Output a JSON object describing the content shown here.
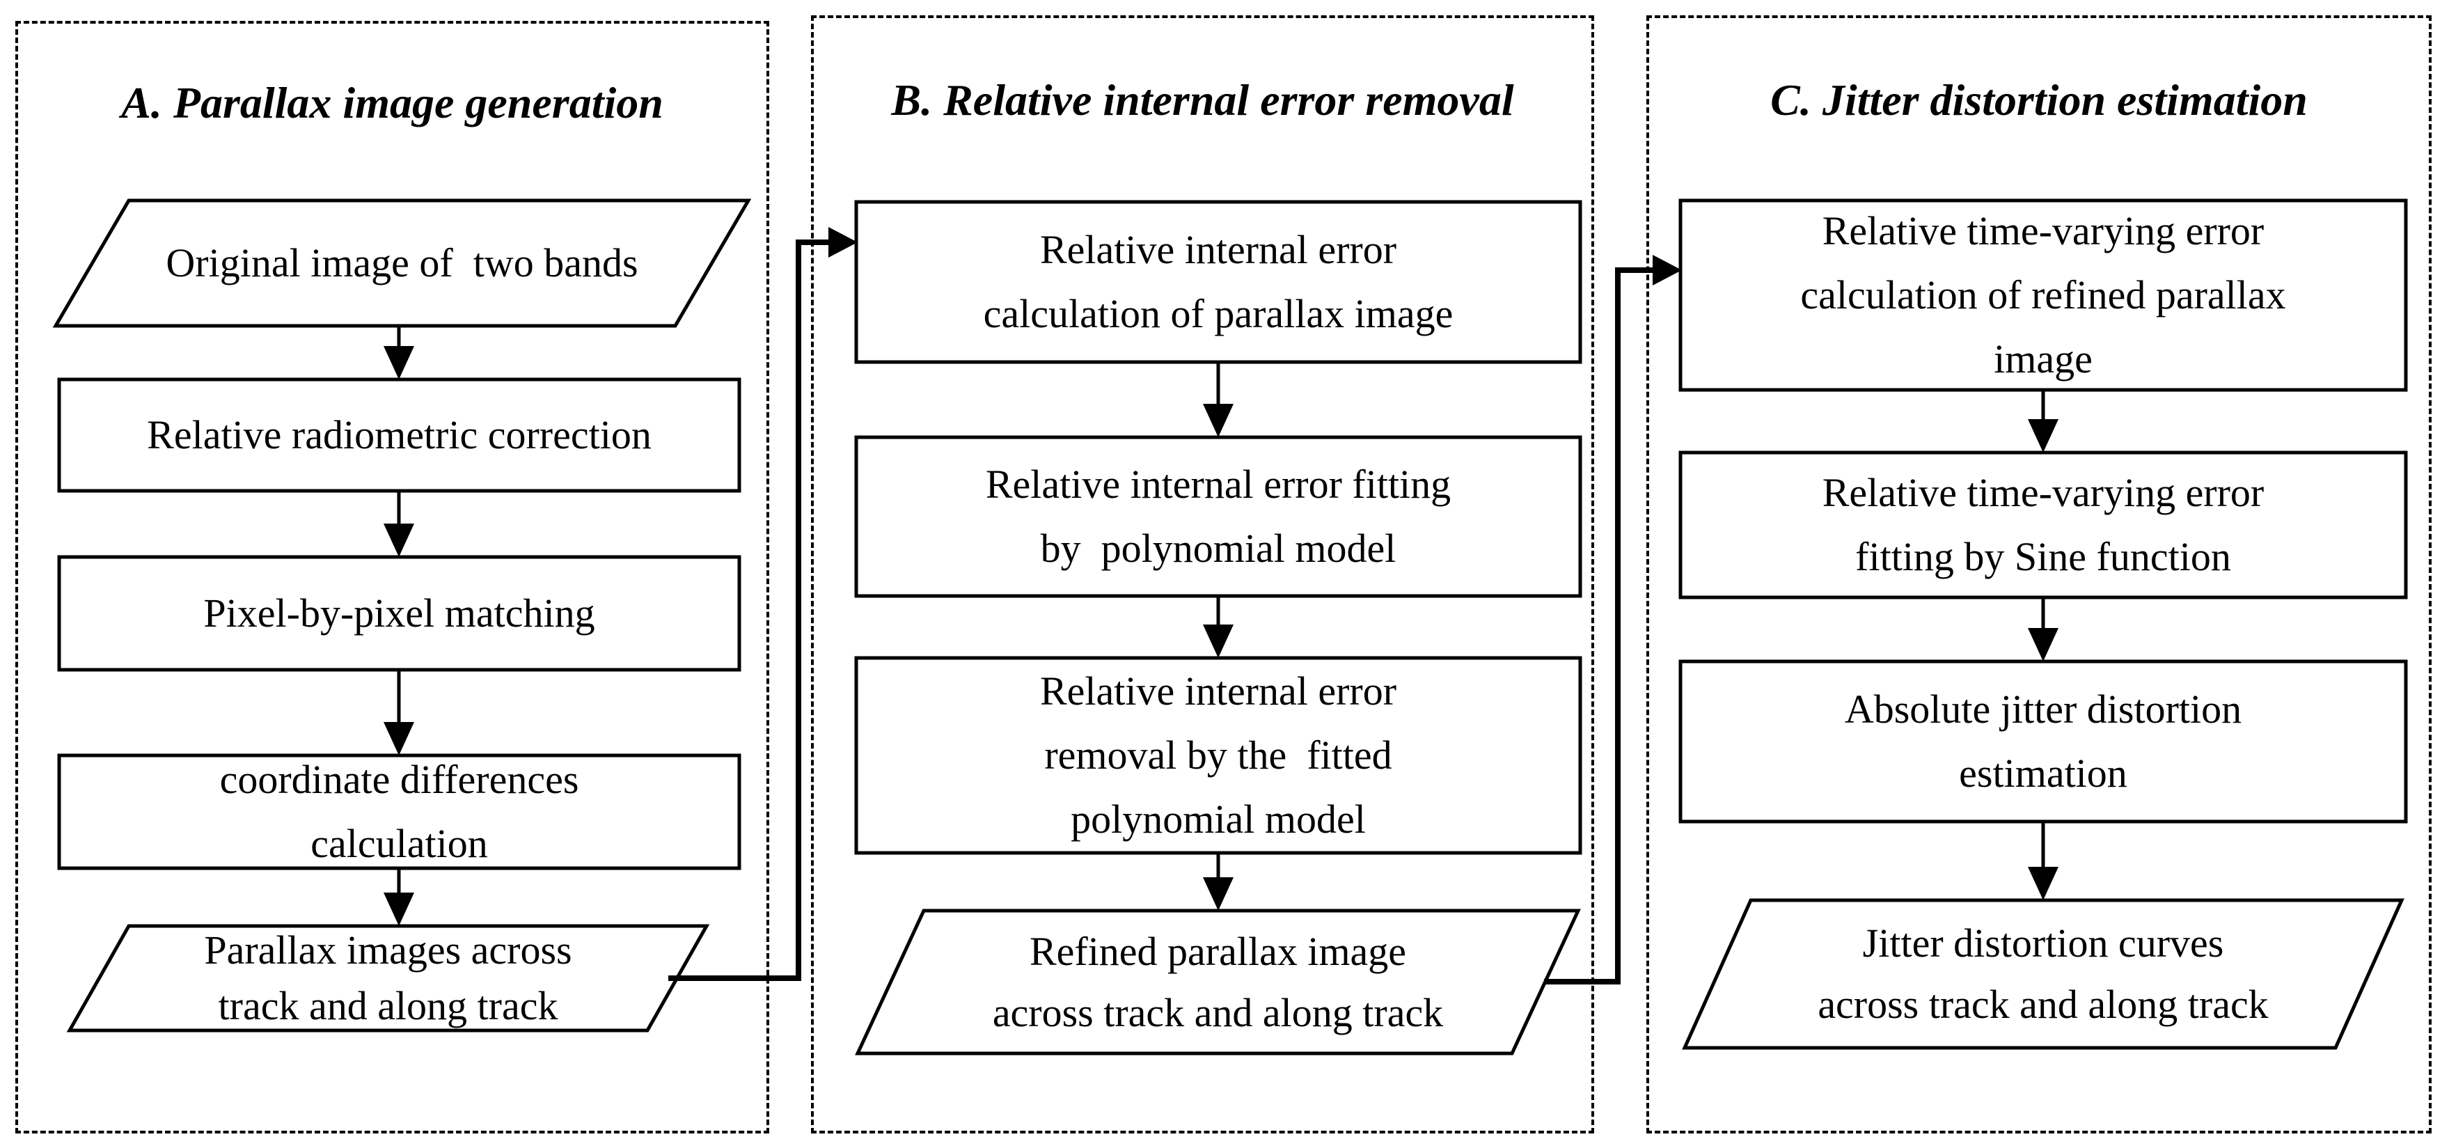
{
  "diagram": {
    "background": "#ffffff",
    "line_color": "#000000",
    "panels": [
      {
        "id": "A",
        "title": "A. Parallax image generation",
        "steps": [
          {
            "shape": "parallelogram",
            "lines": [
              "Original image of  two bands"
            ]
          },
          {
            "shape": "rect",
            "lines": [
              "Relative radiometric correction"
            ]
          },
          {
            "shape": "rect",
            "lines": [
              "Pixel-by-pixel matching"
            ]
          },
          {
            "shape": "rect",
            "lines": [
              "coordinate differences",
              "calculation"
            ]
          },
          {
            "shape": "parallelogram",
            "lines": [
              "Parallax images across",
              "track and along track"
            ]
          }
        ]
      },
      {
        "id": "B",
        "title": "B. Relative internal error removal",
        "steps": [
          {
            "shape": "rect",
            "lines": [
              "Relative internal error",
              "calculation of parallax image"
            ]
          },
          {
            "shape": "rect",
            "lines": [
              "Relative internal error fitting",
              "by  polynomial model"
            ]
          },
          {
            "shape": "rect",
            "lines": [
              "Relative internal error",
              "removal by the  fitted",
              "polynomial model"
            ]
          },
          {
            "shape": "parallelogram",
            "lines": [
              "Refined parallax image",
              "across track and along track"
            ]
          }
        ]
      },
      {
        "id": "C",
        "title": "C. Jitter distortion estimation",
        "steps": [
          {
            "shape": "rect",
            "lines": [
              "Relative time-varying error",
              "calculation of refined parallax",
              "image"
            ]
          },
          {
            "shape": "rect",
            "lines": [
              "Relative time-varying error",
              "fitting by Sine function"
            ]
          },
          {
            "shape": "rect",
            "lines": [
              "Absolute jitter distortion",
              "estimation"
            ]
          },
          {
            "shape": "parallelogram",
            "lines": [
              "Jitter distortion curves",
              "across track and along track"
            ]
          }
        ]
      }
    ]
  }
}
